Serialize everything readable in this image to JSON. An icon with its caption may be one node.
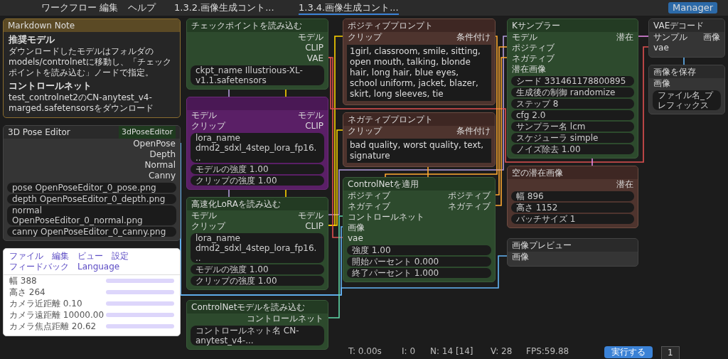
{
  "diagram": {
    "nodes": [
      {
        "text": [
          "Markdown Note",
          "推奨モデル",
          "ダウンロードしたモデルはフォルダのmodels/controlnetに移動し、「チェックポイントを読み込む」ノードで指定。",
          "コントロールネット",
          "test_controlnet2のCN-anytest_v4-marged.safetensorsをダウンロード"
        ]
      },
      {
        "text": [
          "チェックポイントを読み込む",
          "モデル",
          "CLIP",
          "VAE",
          "ckpt_name Illustrious-XL-v1.1.safetensors"
        ]
      },
      {
        "text": [
          "モデル",
          "クリップ",
          "モデル",
          "CLIP",
          "lora_name dmd2_sdxl_4step_lora_fp16...",
          "モデルの強度 1.00",
          "クリップの強度 1.00"
        ]
      },
      {
        "text": [
          "高速化LoRAを読み込む",
          "モデル",
          "クリップ",
          "モデル",
          "CLIP",
          "lora_name dmd2_sdxl_4step_lora_fp16...",
          "モデルの強度 1.00",
          "クリップの強度 1.00"
        ]
      },
      {
        "text": [
          "ポジティブプロンプト",
          "クリップ",
          "条件付け",
          "1girl, classroom, smile, sitting, open mouth, talking, blonde hair, long hair, blue eyes, school uniform, jacket, blazer, skirt, long sleeves, tie"
        ]
      },
      {
        "text": [
          "ネガティブプロンプト",
          "クリップ",
          "条件付け",
          "bad quality, worst quality, text, signature"
        ]
      },
      {
        "text": [
          "Kサンプラー",
          "モデル",
          "ポジティブ",
          "ネガティブ",
          "潜在画像",
          "潜在",
          "シード 331461178800895",
          "生成後の制御 randomize",
          "ステップ 8",
          "cfg 2.0",
          "サンプラー名 lcm",
          "スケジューラ simple",
          "ノイズ除去 1.00"
        ]
      },
      {
        "text": [
          "VAEデコード",
          "サンプル",
          "vae",
          "画像"
        ]
      },
      {
        "text": [
          "画像を保存",
          "画像",
          "ファイル名_プレフィックス"
        ]
      },
      {
        "text": [
          "空の潜在画像",
          "潜在",
          "幅 896",
          "高さ 1152",
          "バッチサイズ 1"
        ]
      },
      {
        "text": [
          "3dPoseEditor",
          "3D Pose Editor",
          "OpenPose",
          "Depth",
          "Normal",
          "Canny",
          "pose OpenPoseEditor_0_pose.png",
          "depth OpenPoseEditor_0_depth.png",
          "normal OpenPoseEditor_0_normal.png",
          "canny OpenPoseEditor_0_canny.png"
        ]
      },
      {
        "text": [
          "ファイル",
          "編集",
          "ビュー",
          "設定",
          "フィードバック",
          "Language",
          "幅 388",
          "高さ 264",
          "カメラ近距離 0.10",
          "カメラ遠距離 10000.00",
          "カメラ焦点距離 20.62"
        ]
      },
      {
        "text": [
          "ControlNetモデルを読み込む",
          "コントロールネット",
          "コントロールネット名 CN-anytest_v4-..."
        ]
      },
      {
        "text": [
          "ControlNetを適用",
          "ポジティブ",
          "ネガティブ",
          "コントロールネット",
          "画像",
          "vae",
          "ポジティブ",
          "ネガティブ",
          "強度 1.00",
          "開始パーセント 0.000",
          "終了パーセント 1.000"
        ]
      },
      {
        "text": [
          "画像プレビュー",
          "画像"
        ]
      }
    ],
    "edges": [
      {
        "from": 1,
        "to": 2,
        "arrow": "none",
        "color": "#b39ddb"
      },
      {
        "from": 1,
        "to": 2,
        "arrow": "none",
        "color": "#ffd500"
      },
      {
        "from": 2,
        "to": 3,
        "arrow": "none",
        "color": "#b39ddb"
      },
      {
        "from": 2,
        "to": 3,
        "arrow": "none",
        "color": "#ffd500"
      },
      {
        "from": 3,
        "to": 6,
        "arrow": "none",
        "color": "#b39ddb"
      },
      {
        "from": 3,
        "to": 4,
        "arrow": "none",
        "color": "#ffd500"
      },
      {
        "from": 3,
        "to": 5,
        "arrow": "none",
        "color": "#ffd500"
      },
      {
        "from": 1,
        "to": 7,
        "arrow": "none",
        "color": "#e05050"
      },
      {
        "from": 1,
        "to": 13,
        "arrow": "none",
        "color": "#e05050"
      },
      {
        "from": 4,
        "to": 13,
        "arrow": "none",
        "color": "#ffa931"
      },
      {
        "from": 5,
        "to": 13,
        "arrow": "none",
        "color": "#ffa931"
      },
      {
        "from": 13,
        "to": 6,
        "arrow": "none",
        "color": "#ffa931"
      },
      {
        "from": 13,
        "to": 6,
        "arrow": "none",
        "color": "#ffa931"
      },
      {
        "from": 9,
        "to": 6,
        "arrow": "none",
        "color": "#e58ae5"
      },
      {
        "from": 6,
        "to": 7,
        "arrow": "none",
        "color": "#e58ae5"
      },
      {
        "from": 7,
        "to": 8,
        "arrow": "none",
        "color": "#64b5f6"
      },
      {
        "from": 10,
        "to": 13,
        "arrow": "none",
        "color": "#64b5f6"
      },
      {
        "from": 10,
        "to": 14,
        "arrow": "none",
        "color": "#64b5f6"
      },
      {
        "from": 12,
        "to": 13,
        "arrow": "none",
        "color": "#5fd8a8"
      }
    ],
    "labels": [
      "ワークフロー",
      "編集",
      "ヘルプ",
      "1.3.2.画像生成コント...",
      "1.3.4.画像生成コント...",
      "Manager",
      "T: 0.00s",
      "I: 0",
      "N: 14 [14]",
      "V: 28",
      "FPS:59.88",
      "実行する",
      "1"
    ]
  }
}
